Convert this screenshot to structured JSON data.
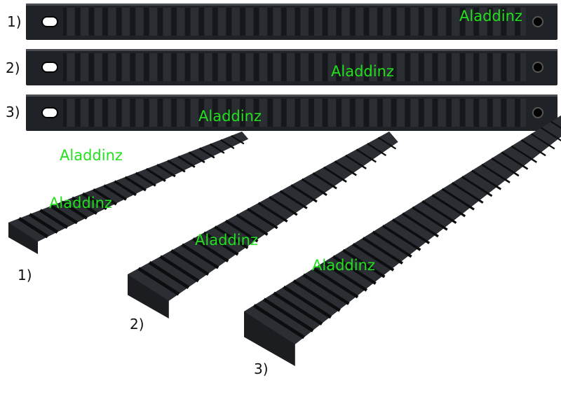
{
  "photo": {
    "top_labels": [
      "1)",
      "2)",
      "3)"
    ],
    "bottom_labels": [
      "1)",
      "2)",
      "3)"
    ],
    "watermarks": [
      "Aladdinz",
      "Aladdinz",
      "Aladdinz",
      "Aladdinz",
      "Aladdinz",
      "Aladdinz",
      "Aladdinz"
    ],
    "colors": {
      "rail": "#1f2226",
      "watermark": "#22e01e",
      "background": "#ffffff"
    }
  }
}
